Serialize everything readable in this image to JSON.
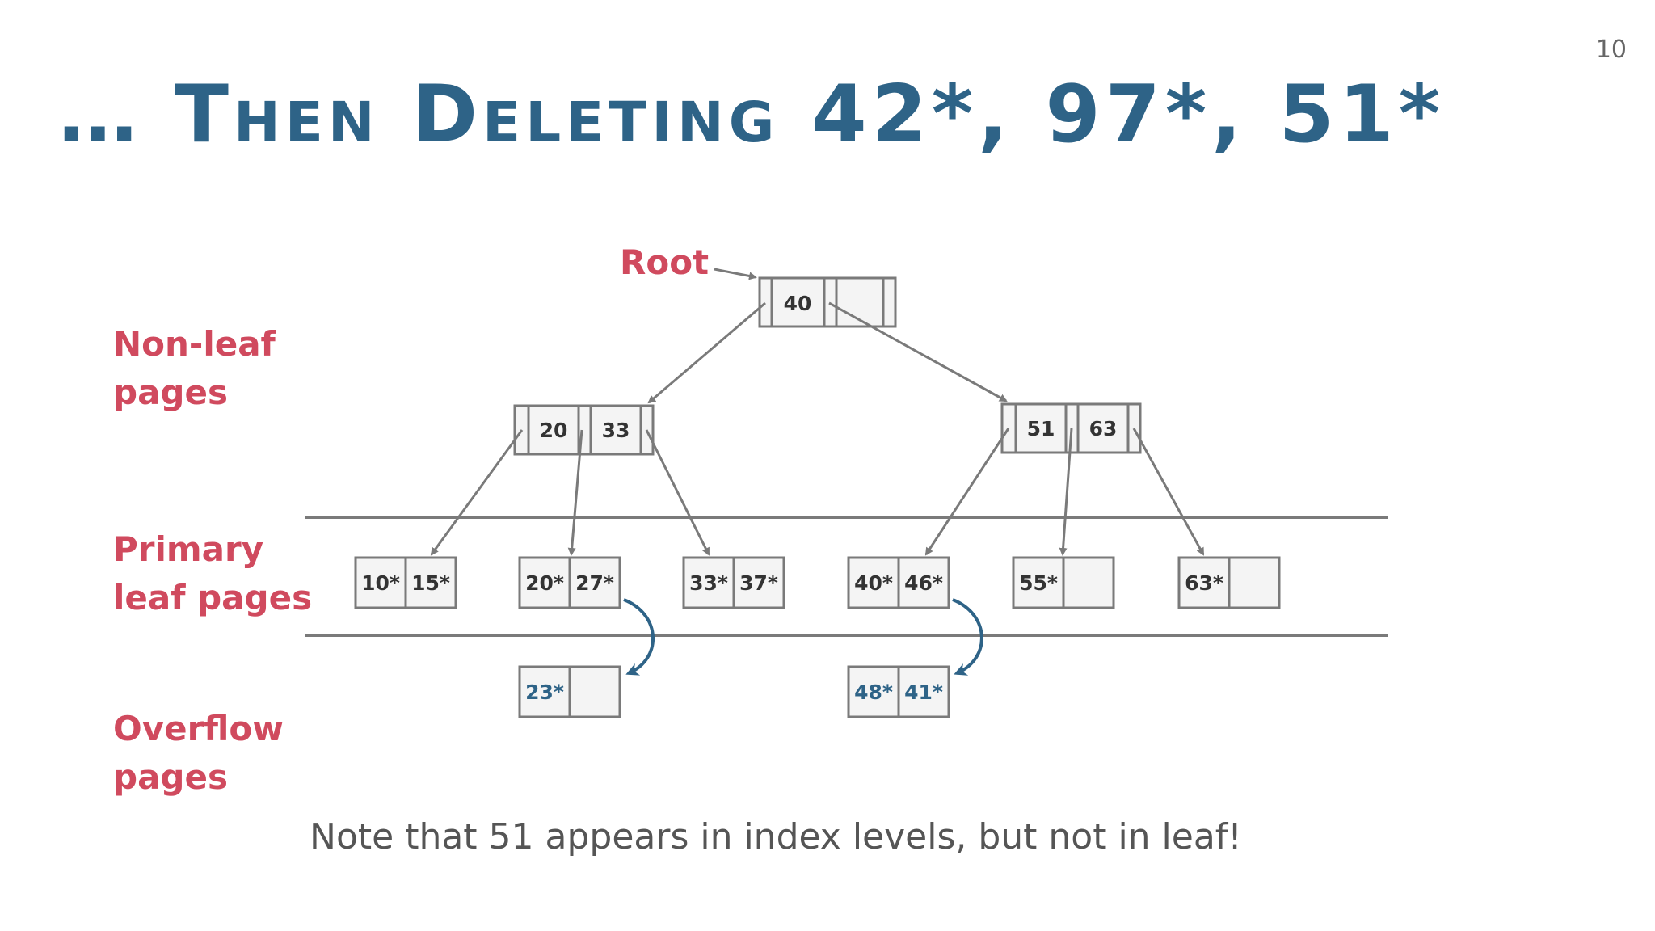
{
  "slide_number": "10",
  "title": "… Then Deleting 42*, 97*, 51*",
  "labels": {
    "root": "Root",
    "non_leaf": [
      "Non-leaf",
      "pages"
    ],
    "primary": [
      "Primary",
      "leaf pages"
    ],
    "overflow": [
      "Overflow",
      "pages"
    ]
  },
  "tree": {
    "root": [
      "40",
      ""
    ],
    "left_internal": [
      "20",
      "33"
    ],
    "right_internal": [
      "51",
      "63"
    ],
    "leaves": [
      [
        "10*",
        "15*"
      ],
      [
        "20*",
        "27*"
      ],
      [
        "33*",
        "37*"
      ],
      [
        "40*",
        "46*"
      ],
      [
        "55*",
        ""
      ],
      [
        "63*",
        ""
      ]
    ],
    "overflow": [
      [
        "23*",
        ""
      ],
      [
        "48*",
        "41*"
      ]
    ]
  },
  "colors": {
    "title": "#2e6387",
    "label": "#d04a5e",
    "overflow_key": "#2e6387"
  },
  "note": "Note that 51 appears in index levels, but not in leaf!"
}
